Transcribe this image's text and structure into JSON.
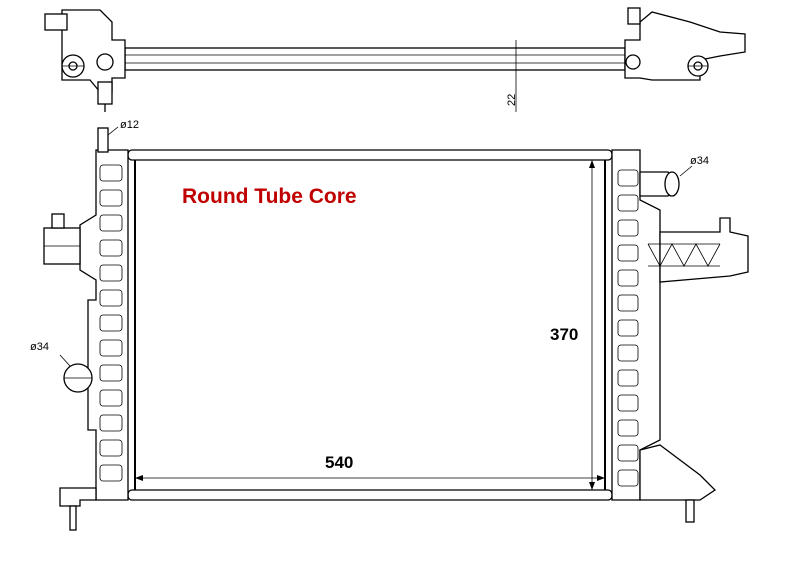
{
  "diagram": {
    "core_label": "Round Tube Core",
    "core_label_color": "#c00000",
    "width_dim": "540",
    "height_dim": "370",
    "depth_dim": "22",
    "pipe_left_top": "ø12",
    "pipe_left_mid": "ø34",
    "pipe_right_top": "ø34"
  }
}
